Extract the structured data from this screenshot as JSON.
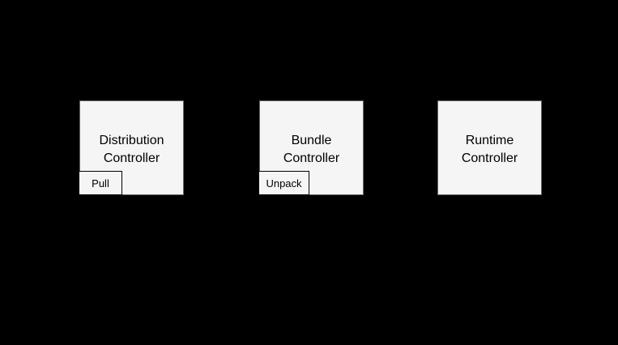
{
  "diagram": {
    "background_color": "#000000",
    "node_fill_color": "#f5f5f5",
    "node_border_color": "#666666",
    "badge_border_color": "#000000",
    "text_color": "#000000",
    "nodes": [
      {
        "label": "Distribution\nController",
        "badge": "Pull"
      },
      {
        "label": "Bundle\nController",
        "badge": "Unpack"
      },
      {
        "label": "Runtime\nController"
      }
    ]
  }
}
